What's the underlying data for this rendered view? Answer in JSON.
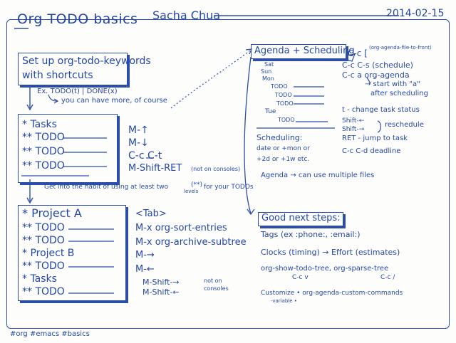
{
  "header": {
    "title": "Org TODO basics",
    "author": "Sacha Chua",
    "date": "2014-02-15"
  },
  "setup": {
    "heading_line1": "Set up org-todo-keywords",
    "heading_line2": "with shortcuts",
    "example": "Ex. TODO(t) | DONE(x)",
    "note": "you can have more, of course"
  },
  "tasks_box": {
    "items": [
      "* Tasks",
      "** TODO",
      "** TODO",
      "** TODO"
    ]
  },
  "tasks_keys": [
    "M-↑",
    "M-↓",
    "C-c C-t",
    "M-Shift-RET"
  ],
  "tasks_keys_note": "(not on consoles)",
  "habit_note_1": "Get into the habit of using at least two",
  "habit_note_levels": "levels",
  "habit_note_stars": "(**)",
  "habit_note_2": "for your TODOs",
  "project_box": {
    "items": [
      "* Project A",
      "** TODO",
      "** TODO",
      "* Project B",
      "** TODO",
      "* Tasks",
      "** TODO"
    ]
  },
  "project_keys": [
    "<Tab>",
    "M-x org-sort-entries",
    "M-x org-archive-subtree",
    "M-→",
    "M-←",
    "M-Shift-→",
    "M-Shift-←"
  ],
  "project_keys_note_1": "not on",
  "project_keys_note_2": "consoles",
  "agenda": {
    "heading": "Agenda + Scheduling",
    "days": [
      "Sat",
      "Sun",
      "Mon",
      "Tue"
    ],
    "todos": [
      "TODO",
      "TODO",
      "TODO",
      "TODO"
    ],
    "file_key": "C-c [",
    "file_note": "(org-agenda-file-to-front)",
    "schedule_key": "C-c C-s (schedule)",
    "agenda_key": "C-c a org-agenda",
    "agenda_note_1": "→ start with \"a\"",
    "agenda_note_2": "after scheduling",
    "status_key": "t - change task status",
    "shift_left": "Shift-←",
    "shift_right": "Shift-→",
    "reschedule": "reschedule",
    "ret_key": "RET - jump to task",
    "deadline_key": "C-c C-d deadline",
    "scheduling_label": "Scheduling:",
    "scheduling_line1": "date or +mon or",
    "scheduling_line2": "+2d or +1w etc.",
    "multi_files": "Agenda → can use multiple files"
  },
  "next_steps": {
    "heading": "Good next steps:",
    "items": [
      "Tags (ex :phone:, :email:)",
      "Clocks (timing) → Effort (estimates)",
      "org-show-todo-tree,  org-sparse-tree",
      "Customize • org-agenda-custom-commands"
    ],
    "sub_keys_1": "C-c v",
    "sub_keys_2": "C-c /",
    "sub_variable": "-variable •"
  },
  "footer_tags": "#org  #emacs  #basics"
}
